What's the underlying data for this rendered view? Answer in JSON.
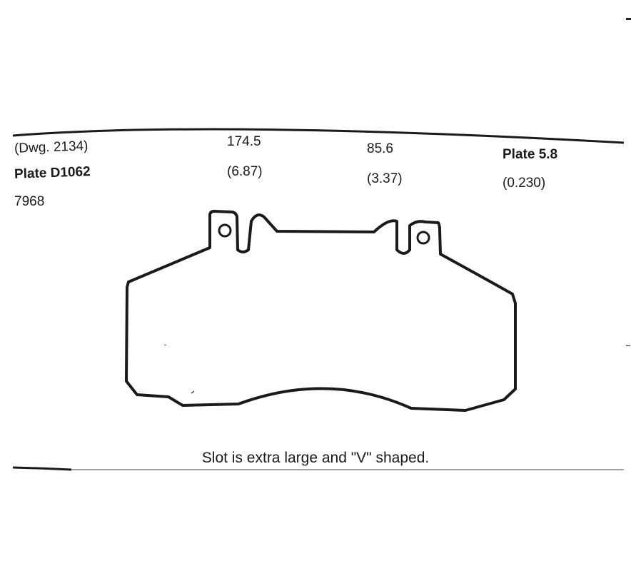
{
  "header": {
    "col1": {
      "line1": "(Dwg. 2134)",
      "line2": "Plate D1062",
      "line3": "7968"
    },
    "col2": {
      "line1": "174.5",
      "line2": "(6.87)"
    },
    "col3": {
      "line1": "85.6",
      "line2": "(3.37)"
    },
    "col4": {
      "line1": "Plate 5.8",
      "line2": "(0.230)"
    }
  },
  "caption": "Slot is extra large and \"V\" shaped.",
  "colors": {
    "ink": "#1a1a1a",
    "paper": "#ffffff"
  },
  "drawing": {
    "subject": "brake-pad-outline",
    "icon": "brake-pad-icon"
  }
}
